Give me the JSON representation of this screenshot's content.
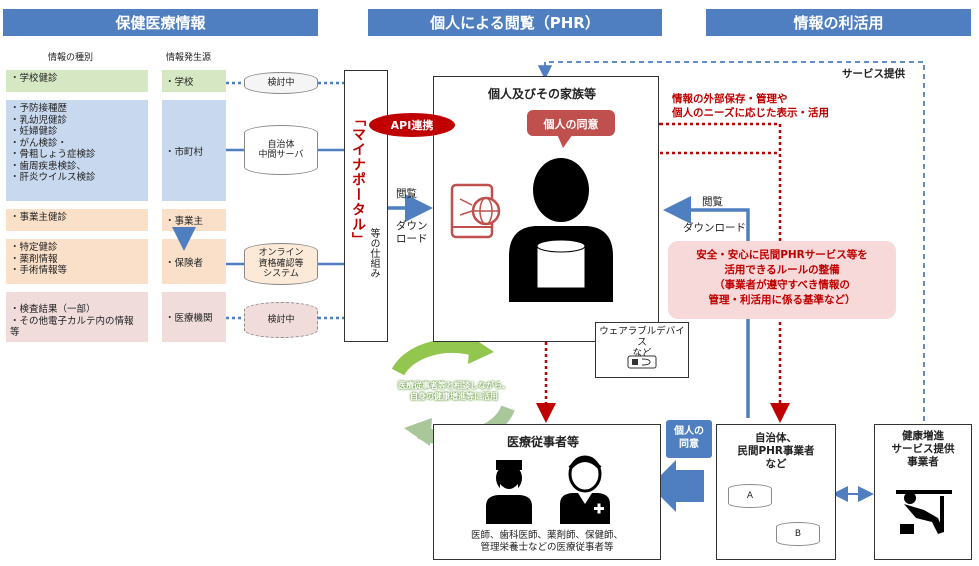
{
  "headers": {
    "health": "保健医療情報",
    "phr": "個人による閲覧（PHR）",
    "use": "情報の利活用"
  },
  "columns": {
    "info_type": "情報の種別",
    "info_source": "情報発生源"
  },
  "categories": [
    {
      "text": "・学校健診"
    },
    {
      "text": "・予防接種歴\n・乳幼児健診\n・妊婦健診\n・がん検診・\n・骨粗しょう症検診\n・歯周疾患検診、\n・肝炎ウイルス検診"
    },
    {
      "text": "・事業主健診"
    },
    {
      "text": "・特定健診\n・薬剤情報\n・手術情報等"
    },
    {
      "text": "・検査結果（一部）\n・その他電子カルテ内の情報　等"
    }
  ],
  "sources": [
    "・学校",
    "・市町村",
    "・事業主",
    "・保険者",
    "・医療機関"
  ],
  "servers": {
    "school": "検討中",
    "municipal": "自治体\n中間サーバ",
    "insurer": "オンライン\n資格確認等\nシステム",
    "medical": "検討中"
  },
  "portal": {
    "name": "「マイナポータル」",
    "suffix": "等の仕組み"
  },
  "api_label": "API連携",
  "consent_label": "個人の同意",
  "family_title": "個人及びその家族等",
  "view_left": "閲覧",
  "download_left": "ダウン\nロード",
  "view_right": "閲覧",
  "download_right": "ダウンロード",
  "service_provision": "サービス提供",
  "external_storage": "情報の外部保存・管理や\n個人のニーズに応じた表示・活用",
  "rules_box": "安全・安心に民間PHRサービス等を\n活用できるルールの整備\n（事業者が遵守すべき情報の\n管理・利活用に係る基準など）",
  "wearable": "ウェアラブルデバイス\nなど",
  "cycle_text": "医療従事者等と相談しながら、\n自身の健康増進等に活用",
  "medical_staff": {
    "title": "医療従事者等",
    "caption": "医師、歯科医師、薬剤師、保健師、\n管理栄養士などの医療従事者等"
  },
  "consent2": "個人の\n同意",
  "municipal_phr": {
    "title": "自治体、\n民間PHR事業者\nなど",
    "a": "A",
    "b": "B"
  },
  "health_service": "健康増進\nサービス提供\n事業者",
  "colors": {
    "header": "#4f7fc0",
    "red": "#c00000",
    "blue_arrow": "#4f7fc0",
    "dashed_blue": "#4f7fc0"
  }
}
